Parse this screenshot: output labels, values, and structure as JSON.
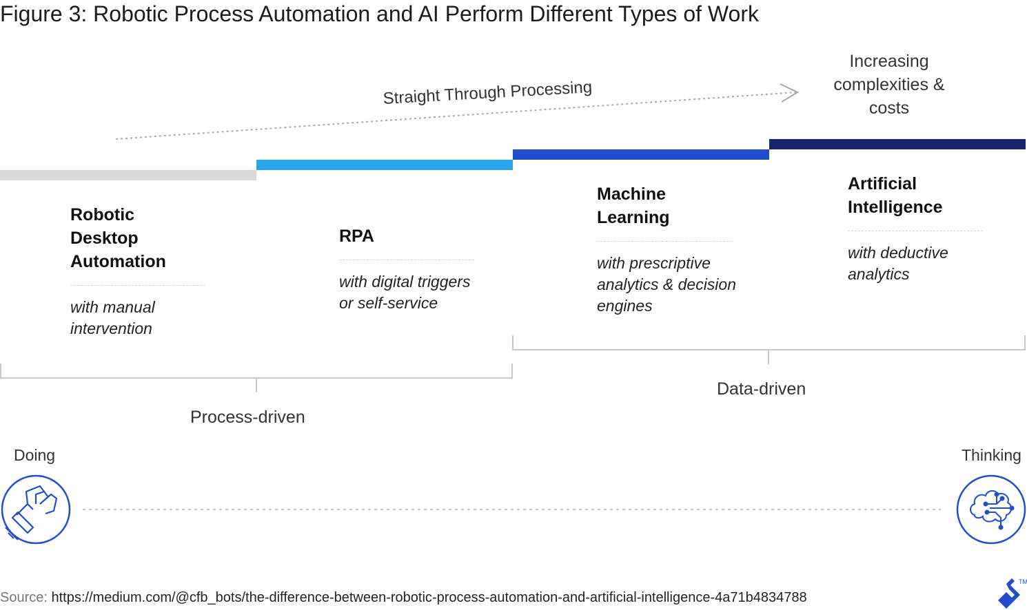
{
  "title": "Figure 3: Robotic Process Automation and AI Perform Different Types of Work",
  "arrow_label": "Straight Through Processing",
  "increasing_label": [
    "Increasing",
    "complexities &",
    "costs"
  ],
  "colors": {
    "step1": "#d9d9dc",
    "step2": "#2aa4ea",
    "step3": "#204ecf",
    "step4": "#14276c",
    "icon": "#204ecf"
  },
  "columns": [
    {
      "title": [
        "Robotic",
        "Desktop",
        "Automation"
      ],
      "desc": [
        "with manual",
        "intervention"
      ]
    },
    {
      "title": [
        "RPA"
      ],
      "desc": [
        "with digital triggers",
        "or self-service"
      ]
    },
    {
      "title": [
        "Machine",
        "Learning"
      ],
      "desc": [
        "with prescriptive",
        "analytics & decision",
        "engines"
      ]
    },
    {
      "title": [
        "Artificial",
        "Intelligence"
      ],
      "desc": [
        "with deductive",
        "analytics"
      ]
    }
  ],
  "brackets": {
    "process": "Process-driven",
    "data": "Data-driven"
  },
  "ends": {
    "left": "Doing",
    "right": "Thinking",
    "left_icon": "robot-arm-icon",
    "right_icon": "brain-circuit-icon"
  },
  "source": {
    "label": "Source:",
    "url": "https://medium.com/@cfb_bots/the-difference-between-robotic-process-automation-and-artificial-intelligence-4a71b4834788"
  },
  "logo": "toptal-logo"
}
